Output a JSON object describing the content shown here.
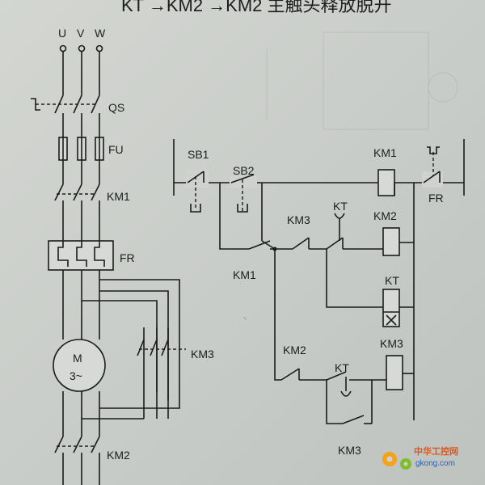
{
  "header": {
    "text": "KT →KM2  →KM2  主触头释放脱开"
  },
  "main_circuit": {
    "phases": [
      "U",
      "V",
      "W"
    ],
    "switch": "QS",
    "fuse": "FU",
    "contactor_1": "KM1",
    "overload": "FR",
    "motor_line1": "M",
    "motor_line2": "3~",
    "contactor_3": "KM3",
    "contactor_2": "KM2"
  },
  "control_circuit": {
    "stop_button": "SB1",
    "start_button": "SB2",
    "coil_km1": "KM1",
    "fr_contact": "FR",
    "km1_hold": "KM1",
    "km3_nc": "KM3",
    "kt_nc": "KT",
    "coil_km2": "KM2",
    "coil_kt": "KT",
    "km2_nc": "KM2",
    "kt_no": "KT",
    "coil_km3": "KM3",
    "km3_hold": "KM3"
  },
  "watermark": {
    "brand": "中华工控网",
    "domain": "gkong.com"
  },
  "colors": {
    "ink": "#1b1b1b",
    "paper": "#cfd2ce",
    "logo_orange": "#e4541a",
    "logo_blue": "#2a62b0"
  }
}
